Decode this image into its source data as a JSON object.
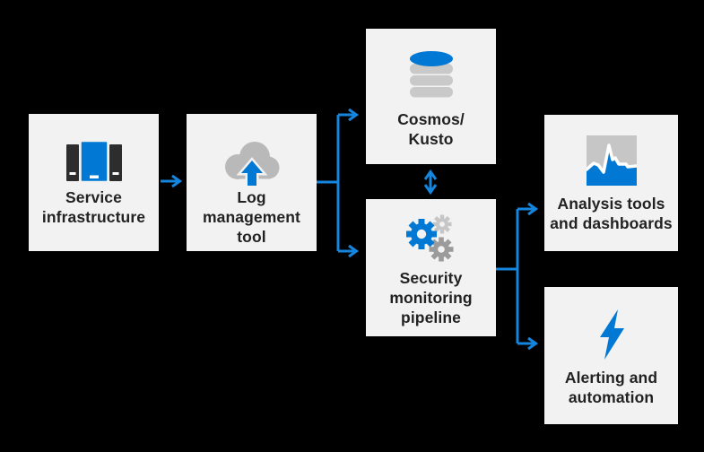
{
  "colors": {
    "background": "#000000",
    "node_background": "#f2f2f2",
    "label_text": "#222222",
    "accent_blue": "#0078d4",
    "arrow_blue": "#1486df",
    "icon_gray_light": "#c6c6c6",
    "icon_gray_mid": "#9b9b9b",
    "icon_dark": "#2d2d2d"
  },
  "nodes": [
    {
      "id": "service-infrastructure",
      "icon": "server-icon",
      "lines": [
        "Service",
        "infrastructure"
      ]
    },
    {
      "id": "log-management-tool",
      "icon": "cloud-upload-icon",
      "lines": [
        "Log management",
        "tool"
      ]
    },
    {
      "id": "cosmos-kusto",
      "icon": "database-icon",
      "lines": [
        "Cosmos/",
        "Kusto"
      ]
    },
    {
      "id": "security-monitoring-pipeline",
      "icon": "gears-icon",
      "lines": [
        "Security",
        "monitoring",
        "pipeline"
      ]
    },
    {
      "id": "analysis-tools-dashboards",
      "icon": "chart-icon",
      "lines": [
        "Analysis tools",
        "and dashboards"
      ]
    },
    {
      "id": "alerting-automation",
      "icon": "lightning-icon",
      "lines": [
        "Alerting and",
        "automation"
      ]
    }
  ],
  "edges": [
    {
      "from": "service-infrastructure",
      "to": "log-management-tool",
      "bidirectional": false
    },
    {
      "from": "log-management-tool",
      "to": "cosmos-kusto",
      "bidirectional": false
    },
    {
      "from": "log-management-tool",
      "to": "security-monitoring-pipeline",
      "bidirectional": false
    },
    {
      "from": "cosmos-kusto",
      "to": "security-monitoring-pipeline",
      "bidirectional": true
    },
    {
      "from": "security-monitoring-pipeline",
      "to": "analysis-tools-dashboards",
      "bidirectional": false
    },
    {
      "from": "security-monitoring-pipeline",
      "to": "alerting-automation",
      "bidirectional": false
    }
  ]
}
